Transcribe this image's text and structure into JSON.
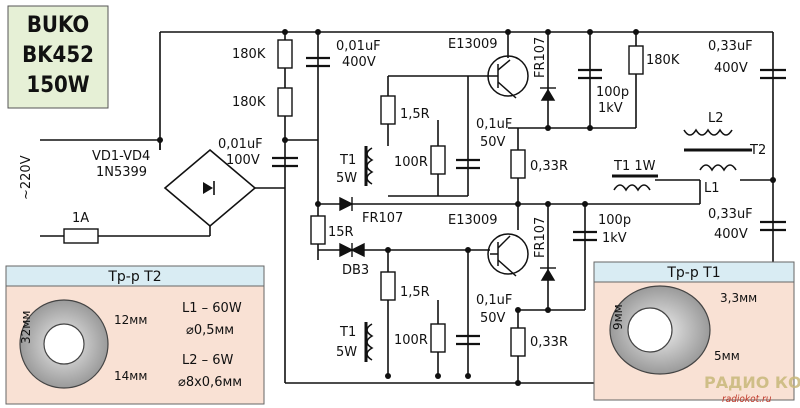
{
  "title_box": {
    "line1": "BUKO",
    "line2": "BK452",
    "line3": "150W"
  },
  "labels": {
    "r_180k_a": "180K",
    "r_180k_b": "180K",
    "c_001uf_400v_value": "0,01uF",
    "c_001uf_400v_voltage": "400V",
    "q_top": "E13009",
    "d_fr107_top": "FR107",
    "c_100p_top_value": "100p",
    "c_100p_top_voltage": "1kV",
    "r_180k_c": "180K",
    "c_033uf_top_value": "0,33uF",
    "c_033uf_top_voltage": "400V",
    "r_15r_top": "1,5R",
    "c_01uf_top_value": "0,1uF",
    "c_01uf_top_voltage": "50V",
    "r_100r_top": "100R",
    "t1_top_name": "T1",
    "t1_top_power": "5W",
    "r_033r_top": "0,33R",
    "l2": "L2",
    "t2": "T2",
    "l1": "L1",
    "t1_main": "T1 1W",
    "vd": "VD1-VD4",
    "vd_part": "1N5399",
    "c_001uf_100v_value": "0,01uF",
    "c_001uf_100v_voltage": "100V",
    "mains": "~220V",
    "fuse": "1A",
    "d_fr107_mid": "FR107",
    "r_15r": "15R",
    "dB3": "DB3",
    "q_bot": "E13009",
    "d_fr107_bot": "FR107",
    "c_100p_bot_value": "100p",
    "c_100p_bot_voltage": "1kV",
    "c_033uf_bot_value": "0,33uF",
    "c_033uf_bot_voltage": "400V",
    "r_15r_bot": "1,5R",
    "c_01uf_bot_value": "0,1uF",
    "c_01uf_bot_voltage": "50V",
    "r_100r_bot": "100R",
    "t1_bot_name": "T1",
    "t1_bot_power": "5W",
    "r_033r_bot": "0,33R"
  },
  "t2_box": {
    "header": "Тр-р Т2",
    "l1": "L1 – 60W",
    "l1_wire": "⌀0,5мм",
    "l2": "L2 – 6W",
    "l2_wire": "⌀8x0,6мм",
    "dim_height": "32мм",
    "dim_inner": "12мм",
    "dim_width": "14мм"
  },
  "t1_box": {
    "header": "Тр-р Т1",
    "dim_height": "9мм",
    "dim_outer": "3,3мм",
    "dim_inner": "5мм"
  },
  "watermark": {
    "logo": "РАДИО КОТ",
    "url": "radiokot.ru"
  },
  "colors": {
    "box_green": "#e6f0d6",
    "box_peach": "#f9e1d4",
    "box_header": "#d9ecf3",
    "core_gray": "#a8a8a8"
  }
}
